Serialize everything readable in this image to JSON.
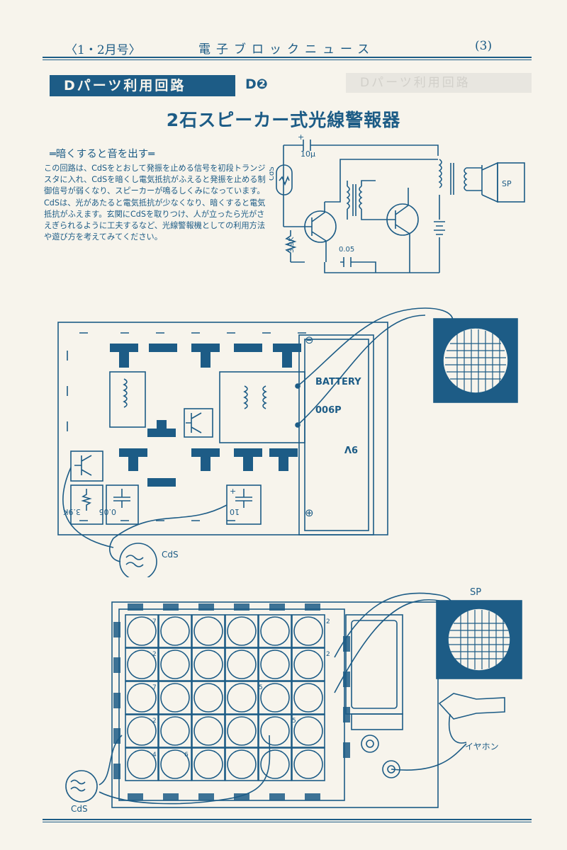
{
  "header": {
    "issue": "〈1・2月号〉",
    "title": "電子ブロックニュース",
    "page": "(3)"
  },
  "section": {
    "label": "Dパーツ利用回路",
    "code": "D❷",
    "ghost_label": "Dパーツ利用回路"
  },
  "title": "2石スピーカー式光線警報器",
  "subtitle": "═暗くすると音を出す═",
  "body": [
    "この回路は、CdSをとおして発振を止める信号を初段トランジスタに入れ、CdSを暗くし電気抵抗がふえると発振を止める制御信号が弱くなり、スピーカーが鳴るしくみになっています。",
    "CdSは、光があたると電気抵抗が少なくなり、暗くすると電気抵抗がふえます。玄関にCdSを取りつけ、人が立ったら光がさえぎられるように工夫するなど、光線警報機としての利用方法や遊び方を考えてみてください。"
  ],
  "schematic": {
    "cap_top": "10μ",
    "cap_top_plus": "+",
    "cap_bottom": "0.05",
    "resistor": "3.9K",
    "cds": "CdS",
    "speaker": "SP"
  },
  "board1": {
    "battery": "BATTERY",
    "battery_model": "006P",
    "voltage": "9V",
    "minus": "⊖",
    "plus": "⊕",
    "res_label": "3.9K",
    "cap1_label": "0.05",
    "cap2_label": "10",
    "cap2_plus": "+",
    "cds_label": "CdS"
  },
  "board2": {
    "sp_label": "SP",
    "earphone_label": "イヤホン",
    "cds_label": "CdS",
    "num_7": "7",
    "num_2": "2",
    "num_5": "5",
    "num_4": "4",
    "num_6": "6"
  },
  "colors": {
    "ink": "#1d5c86",
    "paper": "#f7f4ec"
  }
}
